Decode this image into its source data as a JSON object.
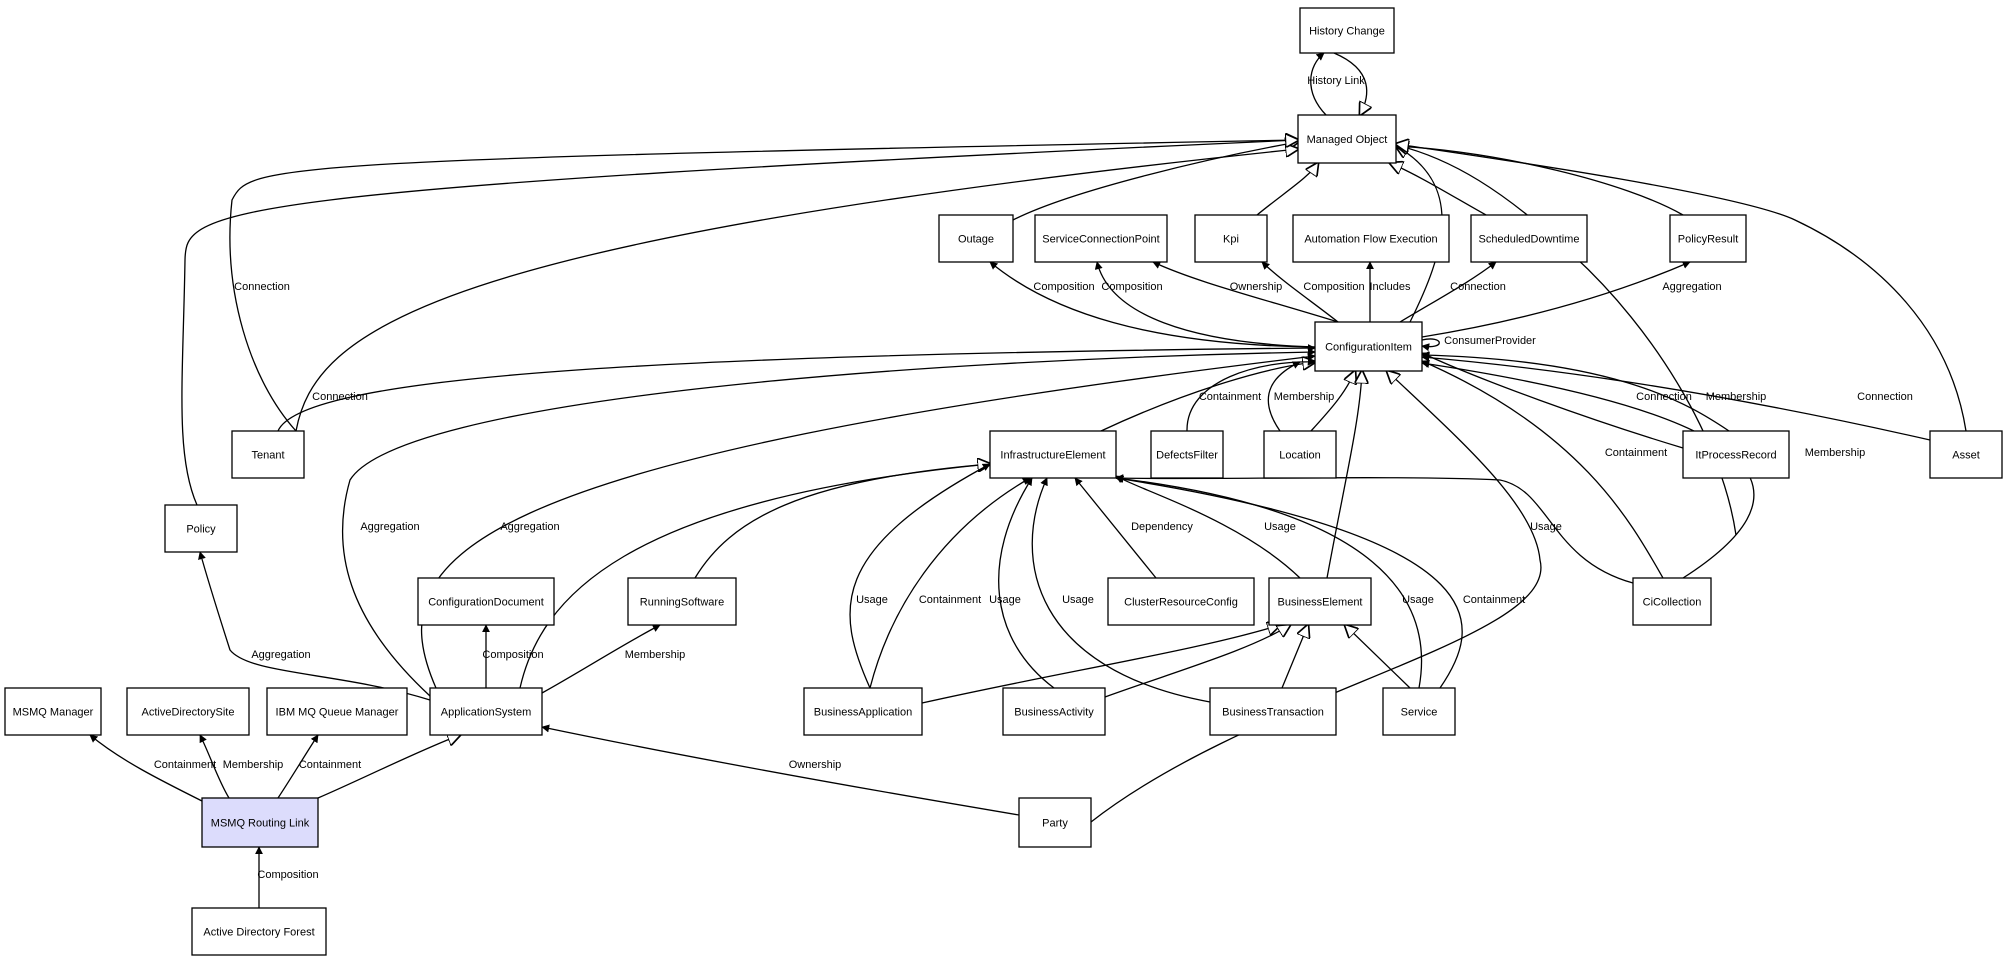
{
  "nodes": [
    {
      "id": "history_change",
      "label": "History Change"
    },
    {
      "id": "managed_object",
      "label": "Managed Object"
    },
    {
      "id": "outage",
      "label": "Outage"
    },
    {
      "id": "service_connection_point",
      "label": "ServiceConnectionPoint"
    },
    {
      "id": "kpi",
      "label": "Kpi"
    },
    {
      "id": "automation_flow_execution",
      "label": "Automation Flow Execution"
    },
    {
      "id": "scheduled_downtime",
      "label": "ScheduledDowntime"
    },
    {
      "id": "policy_result",
      "label": "PolicyResult"
    },
    {
      "id": "configuration_item",
      "label": "ConfigurationItem"
    },
    {
      "id": "tenant",
      "label": "Tenant"
    },
    {
      "id": "infrastructure_element",
      "label": "InfrastructureElement"
    },
    {
      "id": "defects_filter",
      "label": "DefectsFilter"
    },
    {
      "id": "location",
      "label": "Location"
    },
    {
      "id": "it_process_record",
      "label": "ItProcessRecord"
    },
    {
      "id": "asset",
      "label": "Asset"
    },
    {
      "id": "policy",
      "label": "Policy"
    },
    {
      "id": "configuration_document",
      "label": "ConfigurationDocument"
    },
    {
      "id": "running_software",
      "label": "RunningSoftware"
    },
    {
      "id": "cluster_resource_config",
      "label": "ClusterResourceConfig"
    },
    {
      "id": "business_element",
      "label": "BusinessElement"
    },
    {
      "id": "ci_collection",
      "label": "CiCollection"
    },
    {
      "id": "msmq_manager",
      "label": "MSMQ Manager"
    },
    {
      "id": "active_directory_site",
      "label": "ActiveDirectorySite"
    },
    {
      "id": "ibm_mq_queue_manager",
      "label": "IBM MQ Queue Manager"
    },
    {
      "id": "application_system",
      "label": "ApplicationSystem"
    },
    {
      "id": "business_application",
      "label": "BusinessApplication"
    },
    {
      "id": "business_activity",
      "label": "BusinessActivity"
    },
    {
      "id": "business_transaction",
      "label": "BusinessTransaction"
    },
    {
      "id": "service",
      "label": "Service"
    },
    {
      "id": "msmq_routing_link",
      "label": "MSMQ Routing Link"
    },
    {
      "id": "party",
      "label": "Party"
    },
    {
      "id": "active_directory_forest",
      "label": "Active Directory Forest"
    }
  ],
  "edges": [
    {
      "from": "managed_object",
      "to": "history_change",
      "kind": "association",
      "label": "History Link"
    },
    {
      "from": "history_change",
      "to": "managed_object",
      "kind": "inheritance",
      "label": ""
    },
    {
      "from": "outage",
      "to": "managed_object",
      "kind": "inheritance",
      "label": ""
    },
    {
      "from": "kpi",
      "to": "managed_object",
      "kind": "inheritance",
      "label": ""
    },
    {
      "from": "scheduled_downtime",
      "to": "managed_object",
      "kind": "inheritance",
      "label": ""
    },
    {
      "from": "configuration_item",
      "to": "managed_object",
      "kind": "inheritance",
      "label": ""
    },
    {
      "from": "policy_result",
      "to": "managed_object",
      "kind": "inheritance",
      "label": ""
    },
    {
      "from": "tenant",
      "to": "managed_object",
      "kind": "inheritance",
      "label": ""
    },
    {
      "from": "tenant",
      "to": "managed_object",
      "kind": "inheritance",
      "label": "Connection"
    },
    {
      "from": "policy",
      "to": "managed_object",
      "kind": "inheritance",
      "label": ""
    },
    {
      "from": "it_process_record",
      "to": "managed_object",
      "kind": "inheritance",
      "label": ""
    },
    {
      "from": "asset",
      "to": "managed_object",
      "kind": "inheritance",
      "label": ""
    },
    {
      "from": "configuration_item",
      "to": "outage",
      "kind": "association",
      "label": "Composition"
    },
    {
      "from": "configuration_item",
      "to": "service_connection_point",
      "kind": "association",
      "label": "Composition"
    },
    {
      "from": "configuration_item",
      "to": "service_connection_point",
      "kind": "association",
      "label": "Ownership"
    },
    {
      "from": "configuration_item",
      "to": "kpi",
      "kind": "association",
      "label": "Composition"
    },
    {
      "from": "configuration_item",
      "to": "automation_flow_execution",
      "kind": "association",
      "label": "Includes"
    },
    {
      "from": "configuration_item",
      "to": "scheduled_downtime",
      "kind": "association",
      "label": "Connection"
    },
    {
      "from": "configuration_item",
      "to": "policy_result",
      "kind": "association",
      "label": "Aggregation"
    },
    {
      "from": "configuration_item",
      "to": "configuration_item",
      "kind": "association",
      "label": "ConsumerProvider"
    },
    {
      "from": "tenant",
      "to": "configuration_item",
      "kind": "association",
      "label": "Connection"
    },
    {
      "from": "infrastructure_element",
      "to": "configuration_item",
      "kind": "inheritance",
      "label": ""
    },
    {
      "from": "defects_filter",
      "to": "configuration_item",
      "kind": "association",
      "label": "Containment"
    },
    {
      "from": "location",
      "to": "configuration_item",
      "kind": "association",
      "label": "Membership"
    },
    {
      "from": "location",
      "to": "configuration_item",
      "kind": "inheritance",
      "label": ""
    },
    {
      "from": "business_element",
      "to": "configuration_item",
      "kind": "inheritance",
      "label": ""
    },
    {
      "from": "party",
      "to": "configuration_item",
      "kind": "inheritance",
      "label": ""
    },
    {
      "from": "it_process_record",
      "to": "configuration_item",
      "kind": "association",
      "label": "Connection"
    },
    {
      "from": "it_process_record",
      "to": "configuration_item",
      "kind": "association",
      "label": "Membership"
    },
    {
      "from": "asset",
      "to": "configuration_item",
      "kind": "association",
      "label": "Connection"
    },
    {
      "from": "ci_collection",
      "to": "configuration_item",
      "kind": "association",
      "label": "Containment"
    },
    {
      "from": "ci_collection",
      "to": "configuration_item",
      "kind": "association",
      "label": "Membership"
    },
    {
      "from": "application_system",
      "to": "configuration_item",
      "kind": "association",
      "label": "Aggregation"
    },
    {
      "from": "application_system",
      "to": "configuration_item",
      "kind": "association",
      "label": "Aggregation"
    },
    {
      "from": "application_system",
      "to": "policy",
      "kind": "association",
      "label": "Aggregation"
    },
    {
      "from": "application_system",
      "to": "configuration_document",
      "kind": "association",
      "label": "Composition"
    },
    {
      "from": "application_system",
      "to": "running_software",
      "kind": "association",
      "label": "Membership"
    },
    {
      "from": "application_system",
      "to": "infrastructure_element",
      "kind": "inheritance",
      "label": ""
    },
    {
      "from": "running_software",
      "to": "infrastructure_element",
      "kind": "inheritance",
      "label": ""
    },
    {
      "from": "business_application",
      "to": "infrastructure_element",
      "kind": "association",
      "label": "Usage"
    },
    {
      "from": "business_application",
      "to": "infrastructure_element",
      "kind": "association",
      "label": "Containment"
    },
    {
      "from": "business_activity",
      "to": "infrastructure_element",
      "kind": "association",
      "label": "Usage"
    },
    {
      "from": "business_transaction",
      "to": "infrastructure_element",
      "kind": "association",
      "label": "Usage"
    },
    {
      "from": "cluster_resource_config",
      "to": "infrastructure_element",
      "kind": "association",
      "label": "Dependency"
    },
    {
      "from": "business_element",
      "to": "infrastructure_element",
      "kind": "association",
      "label": "Usage"
    },
    {
      "from": "service",
      "to": "infrastructure_element",
      "kind": "association",
      "label": "Usage"
    },
    {
      "from": "service",
      "to": "infrastructure_element",
      "kind": "association",
      "label": "Containment"
    },
    {
      "from": "ci_collection",
      "to": "infrastructure_element",
      "kind": "association",
      "label": "Usage"
    },
    {
      "from": "business_application",
      "to": "business_element",
      "kind": "inheritance",
      "label": ""
    },
    {
      "from": "business_activity",
      "to": "business_element",
      "kind": "inheritance",
      "label": ""
    },
    {
      "from": "business_transaction",
      "to": "business_element",
      "kind": "inheritance",
      "label": ""
    },
    {
      "from": "service",
      "to": "business_element",
      "kind": "inheritance",
      "label": ""
    },
    {
      "from": "party",
      "to": "application_system",
      "kind": "association",
      "label": "Ownership"
    },
    {
      "from": "msmq_routing_link",
      "to": "msmq_manager",
      "kind": "association",
      "label": "Containment"
    },
    {
      "from": "msmq_routing_link",
      "to": "active_directory_site",
      "kind": "association",
      "label": "Membership"
    },
    {
      "from": "msmq_routing_link",
      "to": "ibm_mq_queue_manager",
      "kind": "association",
      "label": "Containment"
    },
    {
      "from": "msmq_routing_link",
      "to": "application_system",
      "kind": "inheritance",
      "label": ""
    },
    {
      "from": "active_directory_forest",
      "to": "msmq_routing_link",
      "kind": "association",
      "label": "Composition"
    }
  ]
}
